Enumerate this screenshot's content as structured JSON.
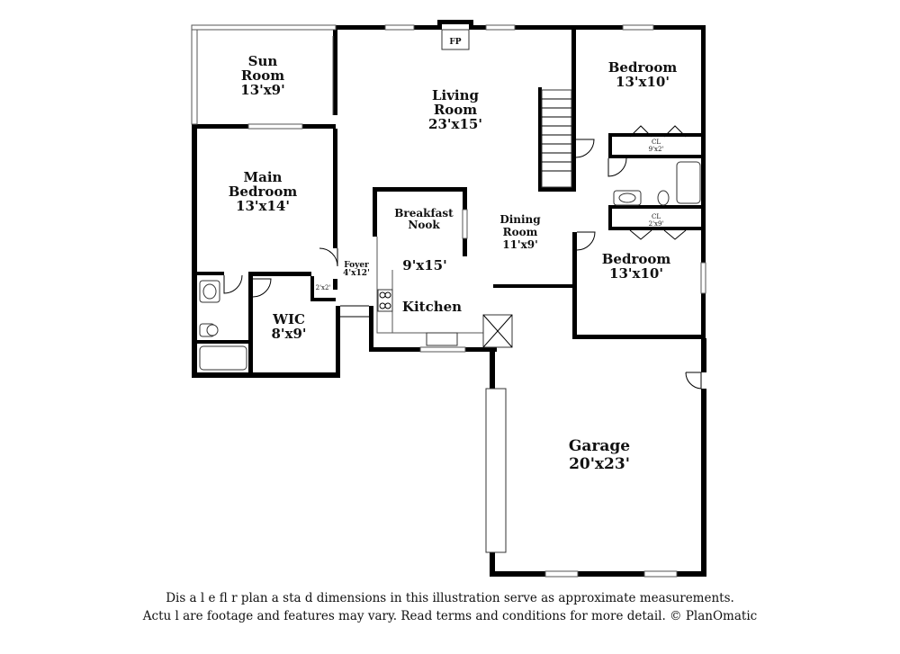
{
  "rooms": {
    "sun_room": {
      "name_line1": "Sun",
      "name_line2": "Room",
      "dims": "13'x9'"
    },
    "living_room": {
      "name_line1": "Living",
      "name_line2": "Room",
      "dims": "23'x15'"
    },
    "fireplace": {
      "label": "FP"
    },
    "bedroom_upper": {
      "name": "Bedroom",
      "dims": "13'x10'"
    },
    "closet_upper": {
      "label": "CL",
      "dims": "9'x2'"
    },
    "main_bedroom": {
      "name_line1": "Main",
      "name_line2": "Bedroom",
      "dims": "13'x14'"
    },
    "breakfast_nook": {
      "name_line1": "Breakfast",
      "name_line2": "Nook"
    },
    "kitchen": {
      "name": "Kitchen",
      "dims": "9'x15'"
    },
    "dining_room": {
      "name_line1": "Dining",
      "name_line2": "Room",
      "dims": "11'x9'"
    },
    "closet_lower": {
      "label": "CL",
      "dims": "2'x9'"
    },
    "bedroom_lower": {
      "name": "Bedroom",
      "dims": "13'x10'"
    },
    "foyer": {
      "name": "Foyer",
      "dims": "4'x12'"
    },
    "small_closet": {
      "dims": "2'x2'"
    },
    "wic": {
      "name": "WIC",
      "dims": "8'x9'"
    },
    "garage": {
      "name": "Garage",
      "dims": "20'x23'"
    }
  },
  "disclaimer": {
    "line1": "Dis    a     l  e fl   r plan a    sta    d dimensions in this illustration serve as approximate measurements.",
    "line2": "Actu    l     are footage and features may vary. Read terms and conditions for more detail. © PlanOmatic"
  }
}
